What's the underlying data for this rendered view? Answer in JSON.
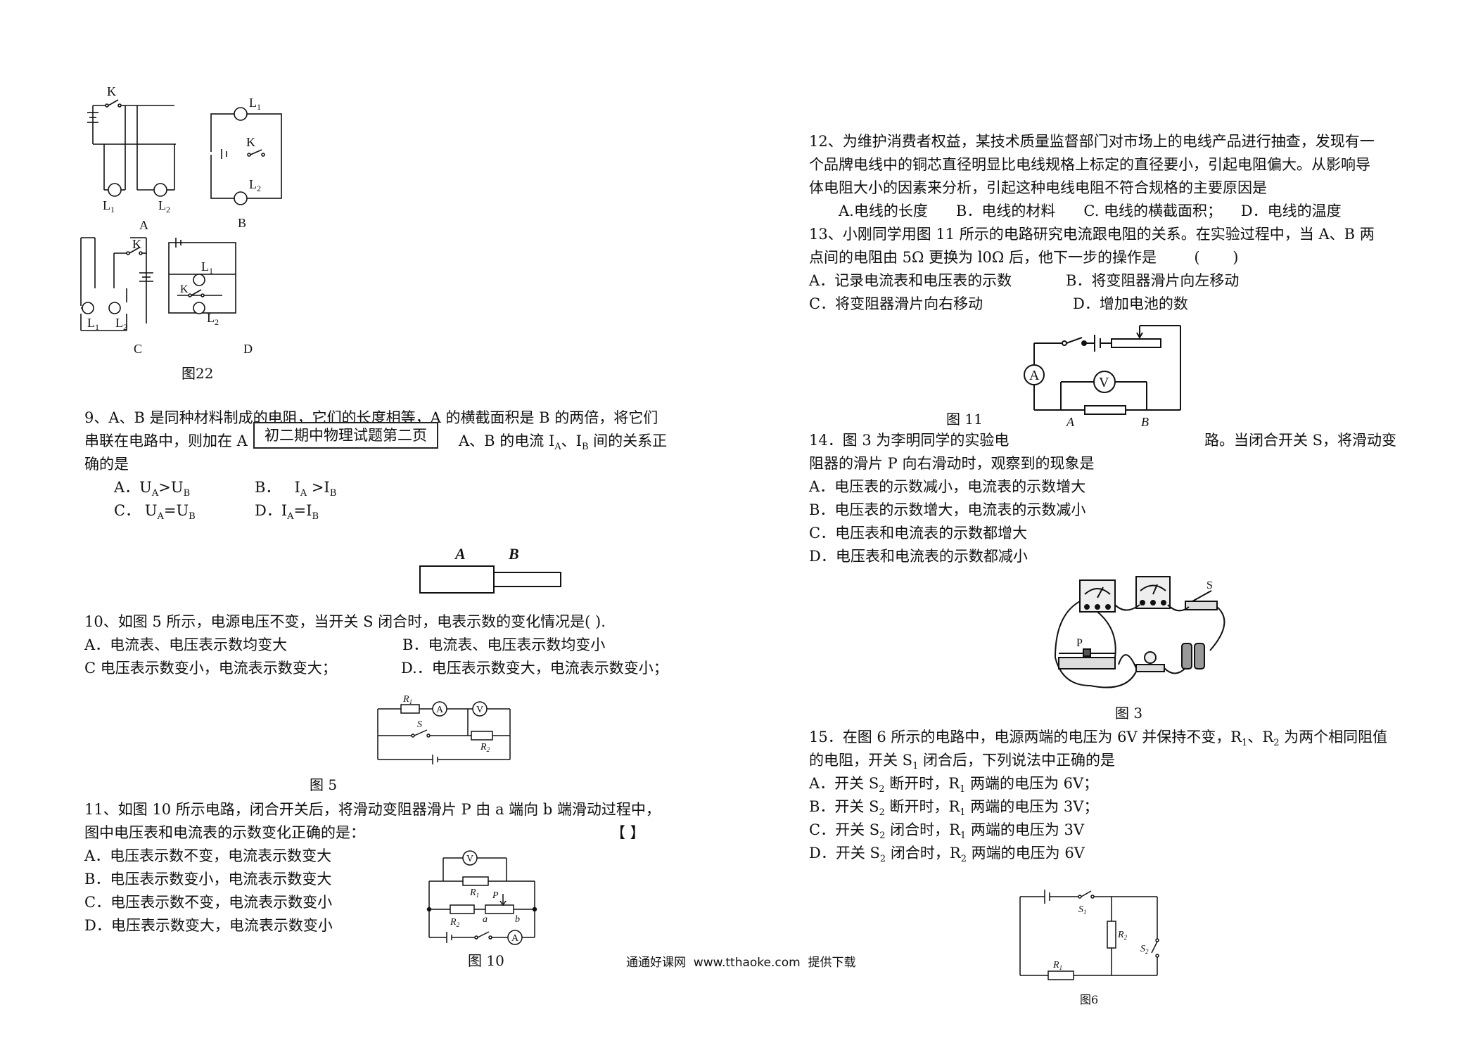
{
  "stamp": "初二期中物理试题第二页",
  "footer": "通通好课网  www.tthaoke.com  提供下载",
  "fig22": {
    "caption": "图22",
    "labels": {
      "a": "A",
      "b": "B",
      "c": "C",
      "d": "D",
      "k": "K",
      "l1": "L1",
      "l2": "L2"
    }
  },
  "q9": {
    "line1": "9、A、B 是同种材料制成的电阻，它们的长度相等，A 的横截面积是 B 的两倍，将它们",
    "line2a": "串联在电路中，则加在 A",
    "line2b": "A、B 的电流 I",
    "line3": "确的是",
    "opt_a": "A．",
    "opt_b": "B．",
    "opt_c": "C．",
    "opt_d": "D．",
    "fig_a": "A",
    "fig_b": "B"
  },
  "q10": {
    "line1": "10、如图 5 所示，电源电压不变，当开关 S 闭合时，电表示数的变化情况是(   ).",
    "opt_a": "A．电流表、电压表示数均变大",
    "opt_b": "B．电流表、电压表示数均变小",
    "opt_c": "C 电压表示数变小，电流表示数变大；",
    "opt_d": "D.．电压表示数变大，电流表示数变小；",
    "fig_caption": "图 5"
  },
  "q11": {
    "line1": "11、如图 10 所示电路，闭合开关后，将滑动变阻器滑片 P 由 a 端向 b 端滑动过程中，",
    "line2": "图中电压表和电流表的示数变化正确的是：",
    "bracket": "【        】",
    "opt_a": "A．电压表示数不变，电流表示数变大",
    "opt_b": "B．电压表示数变小，电流表示数变大",
    "opt_c": "C．电压表示数不变，电流表示数变小",
    "opt_d": "D．电压表示数变大，电流表示数变小",
    "fig_caption": "图 10"
  },
  "q12": {
    "line1": "12、为维护消费者权益，某技术质量监督部门对市场上的电线产品进行抽查，发现有一",
    "line2": "个品牌电线中的铜芯直径明显比电线规格上标定的直径要小，引起电阻偏大。从影响导",
    "line3": "体电阻大小的因素来分析，引起这种电线电阻不符合规格的主要原因是",
    "options": "A.电线的长度      B．电线的材料      C. 电线的横截面积；    D．电线的温度"
  },
  "q13": {
    "line1": "13、小刚同学用图 11 所示的电路研究电流跟电阻的关系。在实验过程中，当 A、B 两",
    "line2": "点间的电阻由 5Ω 更换为 l0Ω 后，他下一步的操作是        (       )",
    "opt_a": "A．记录电流表和电压表的示数",
    "opt_b": "B．将变阻器滑片向左移动",
    "opt_c": "C．将变阻器滑片向右移动",
    "opt_d": "D．增加电池的数",
    "fig_caption": "图 11"
  },
  "q14": {
    "line1a": "14．图 3 为李明同学的实验电",
    "line1b": "路。当闭合开关 S，将滑动变",
    "line2": "阻器的滑片  P 向右滑动时，观察到的现象是",
    "opt_a": "A．电压表的示数减小，电流表的示数增大",
    "opt_b": "B．电压表的示数增大，电流表的示数减小",
    "opt_c": "C．电压表和电流表的示数都增大",
    "opt_d": "D．电压表和电流表的示数都减小",
    "fig_caption": "图 3"
  },
  "q15": {
    "line1": "15．在图  6 所示的电路中，电源两端的电压为 6V 并保持不变，R",
    "line2": "的电阻，开关 S",
    "opt_a": "A．开关 S",
    "opt_b": "B．开关 S",
    "opt_c": "C．开关 S",
    "opt_d": "D．开关 S",
    "fig_caption": "图6"
  }
}
